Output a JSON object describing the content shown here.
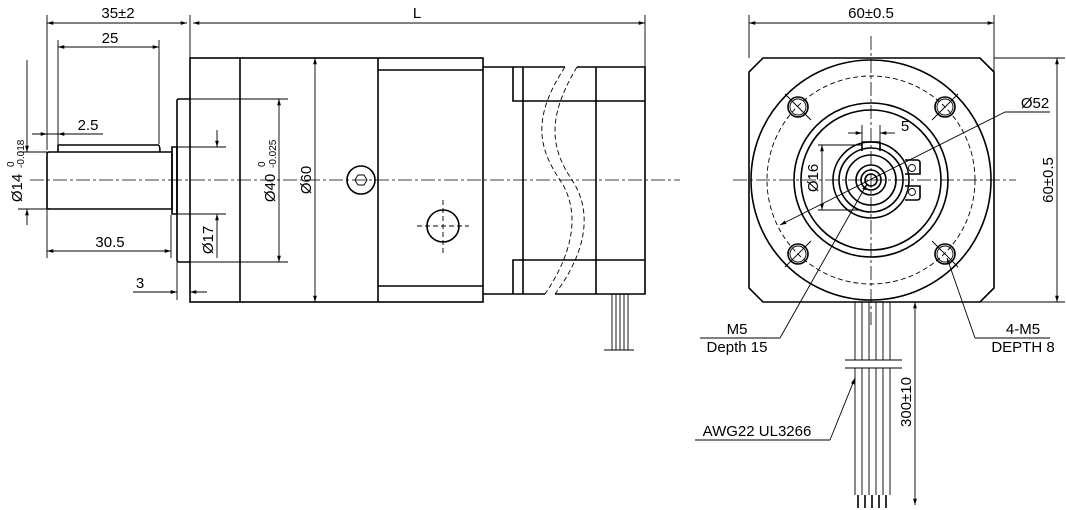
{
  "side_view": {
    "dim_shaft_length": "35±2",
    "dim_total_length": "L",
    "dim_key_length": "25",
    "dim_shaft_dia": "Ø14",
    "dim_shaft_dia_upper_tol": "0",
    "dim_shaft_dia_lower_tol": "-0.018",
    "dim_key_offset": "2.5",
    "dim_shaft_visible": "30.5",
    "dim_pilot_depth": "3",
    "dim_shoulder_dia": "Ø17",
    "dim_pilot_dia": "Ø40",
    "dim_pilot_dia_upper_tol": "0",
    "dim_pilot_dia_lower_tol": "-0.025",
    "dim_body_dia": "Ø60"
  },
  "front_view": {
    "dim_width": "60±0.5",
    "dim_height": "60±0.5",
    "dim_pcd": "Ø52",
    "dim_key_width": "5",
    "dim_hub_dia": "Ø16",
    "center_thread": "M5",
    "center_thread_depth": "Depth 15",
    "mount_thread": "4-M5",
    "mount_thread_depth": "DEPTH 8",
    "cable_length": "300±10",
    "cable_spec": "AWG22 UL3266"
  }
}
